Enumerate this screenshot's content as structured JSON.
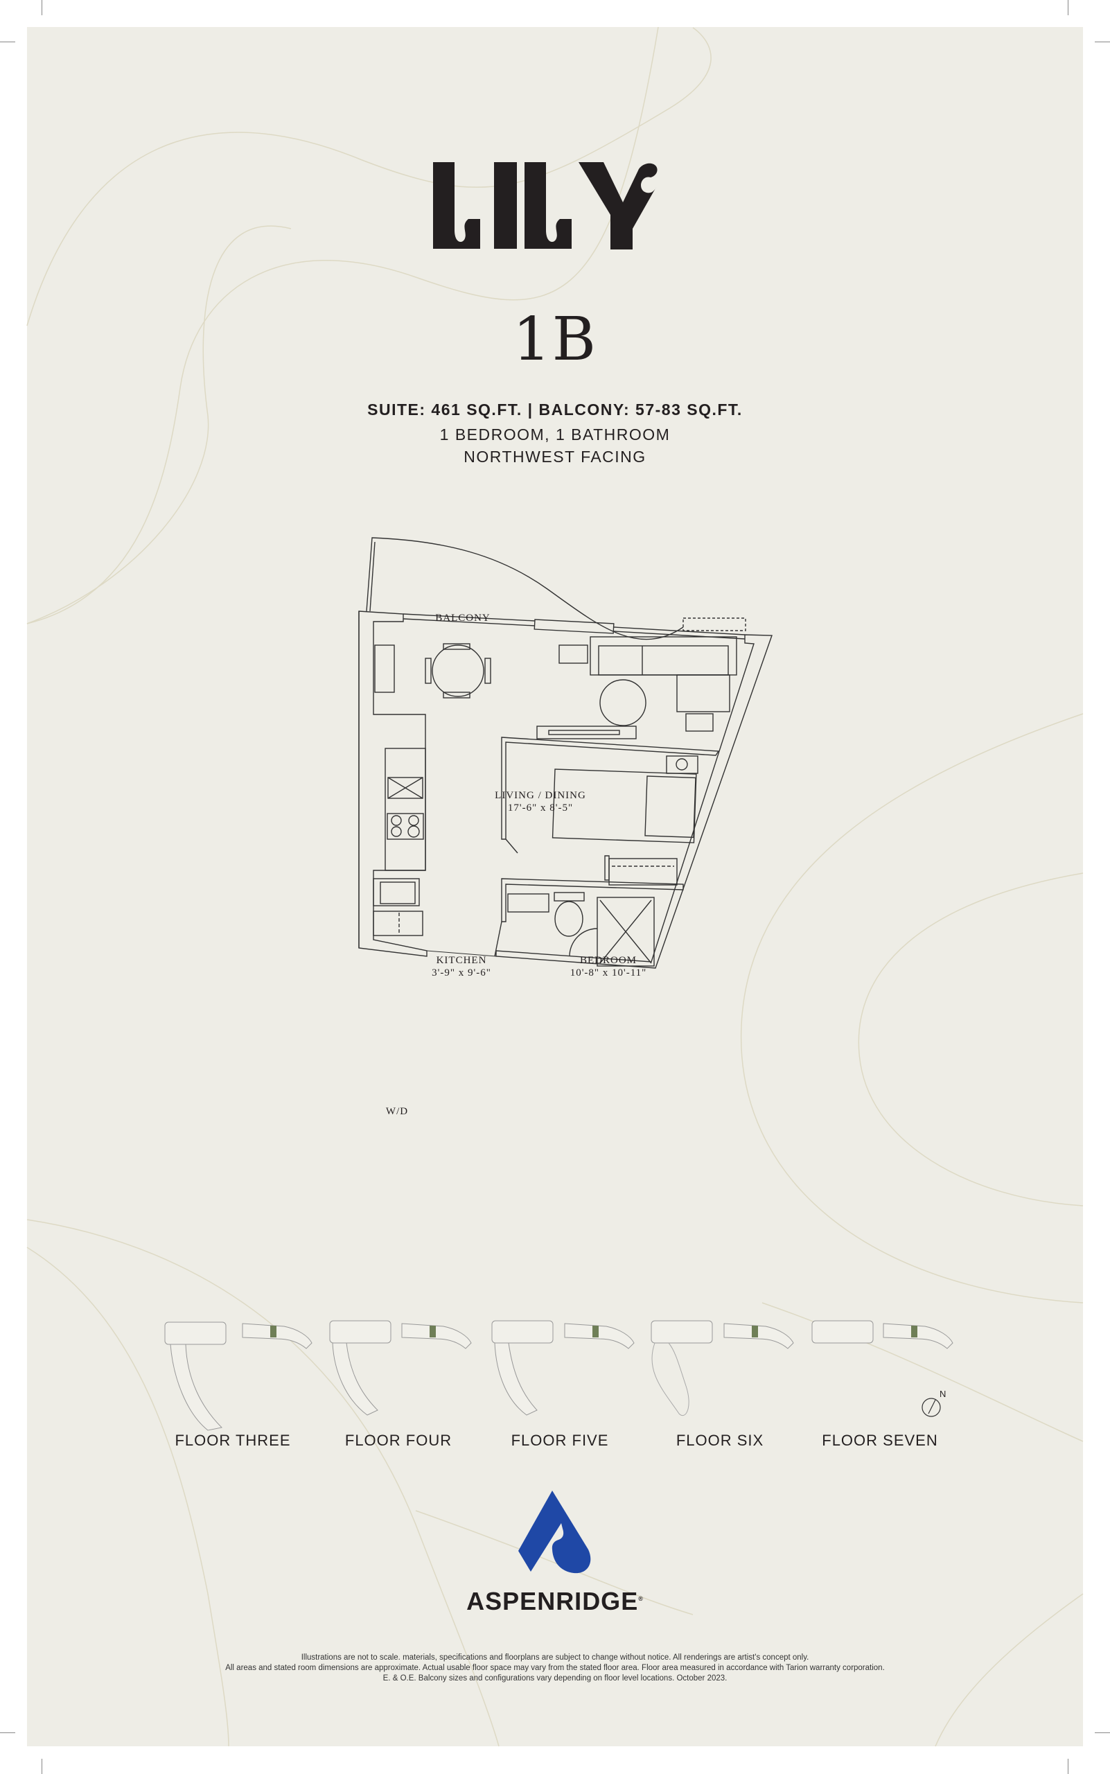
{
  "logo": {
    "name": "LILY"
  },
  "suite": {
    "code": "1B",
    "areas": "SUITE: 461 SQ.FT. | BALCONY: 57-83 SQ.FT.",
    "rooms": "1 BEDROOM, 1 BATHROOM",
    "facing": "NORTHWEST FACING"
  },
  "plan": {
    "balcony": "BALCONY",
    "living": "LIVING / DINING",
    "living_dims": "17'-6\" x 8'-5\"",
    "kitchen": "KITCHEN",
    "kitchen_dims": "3'-9\" x 9'-6\"",
    "bedroom": "BEDROOM",
    "bedroom_dims": "10'-8\" x 10'-11\"",
    "wd": "W/D"
  },
  "keyplates": {
    "floors": [
      "FLOOR THREE",
      "FLOOR FOUR",
      "FLOOR FIVE",
      "FLOOR SIX",
      "FLOOR SEVEN"
    ],
    "north": "N",
    "highlight_color": "#6f7f57"
  },
  "developer": {
    "name": "ASPENRIDGE",
    "mark": "®",
    "color": "#1f48a6"
  },
  "disclaimer": [
    "Illustrations are not to scale. materials, specifications and floorplans are subject to change without notice. All renderings are artist's concept only.",
    "All areas and stated room dimensions are approximate. Actual usable floor space may vary from the stated floor area. Floor area measured in accordance with Tarion warranty corporation.",
    "E. & O.E. Balcony sizes and configurations vary depending on floor level locations. October 2023."
  ]
}
